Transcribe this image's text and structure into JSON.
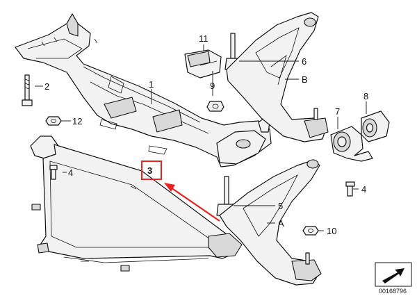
{
  "callouts": {
    "c1": "1",
    "c2": "2",
    "c3": "3",
    "c4a": "4",
    "c4b": "4",
    "c5": "5",
    "c6": "6",
    "c7": "7",
    "c8": "8",
    "c9": "9",
    "c10": "10",
    "c11": "11",
    "c12": "12",
    "cA": "A",
    "cB": "B"
  },
  "catalog_number": "00168796",
  "colors": {
    "highlight": "#e8231f",
    "line": "#111111",
    "part_fill": "#f2f2f2",
    "part_shade": "#d9d9d9"
  }
}
